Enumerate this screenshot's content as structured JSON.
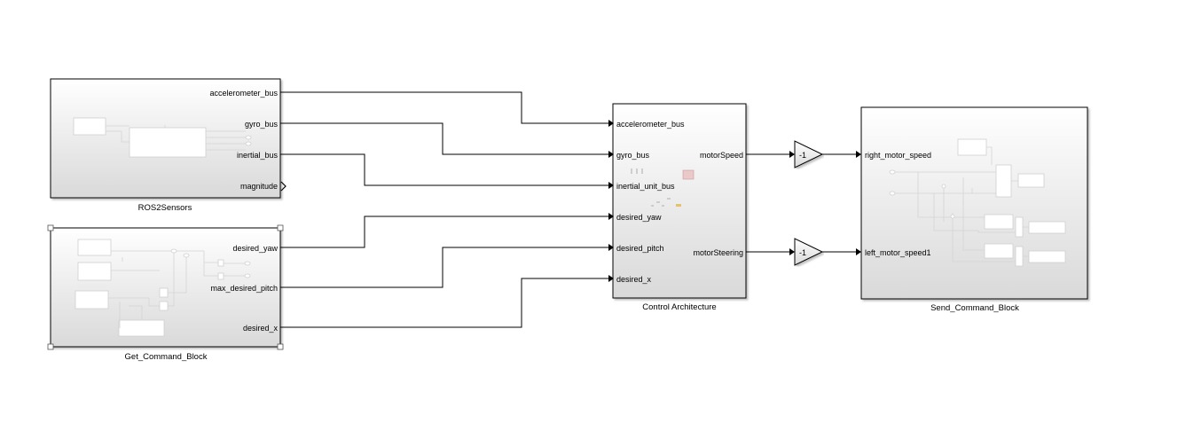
{
  "blocks": {
    "ros2sensors": {
      "name": "ROS2Sensors",
      "outputs": [
        "accelerometer_bus",
        "gyro_bus",
        "inertial_bus",
        "magnitude"
      ]
    },
    "get_command": {
      "name": "Get_Command_Block",
      "outputs": [
        "desired_yaw",
        "max_desired_pitch",
        "desired_x"
      ]
    },
    "control": {
      "name": "Control Architecture",
      "inputs": [
        "accelerometer_bus",
        "gyro_bus",
        "inertial_unit_bus",
        "desired_yaw",
        "desired_pitch",
        "desired_x"
      ],
      "outputs": [
        "motorSpeed",
        "motorSteering"
      ]
    },
    "gain_top": {
      "value": "-1"
    },
    "gain_bottom": {
      "value": "-1"
    },
    "send_command": {
      "name": "Send_Command_Block",
      "inputs": [
        "right_motor_speed",
        "left_motor_speed1"
      ]
    }
  },
  "colors": {
    "block_top": "#ffffff",
    "block_bottom": "#d9d9d9",
    "line": "#000000"
  }
}
